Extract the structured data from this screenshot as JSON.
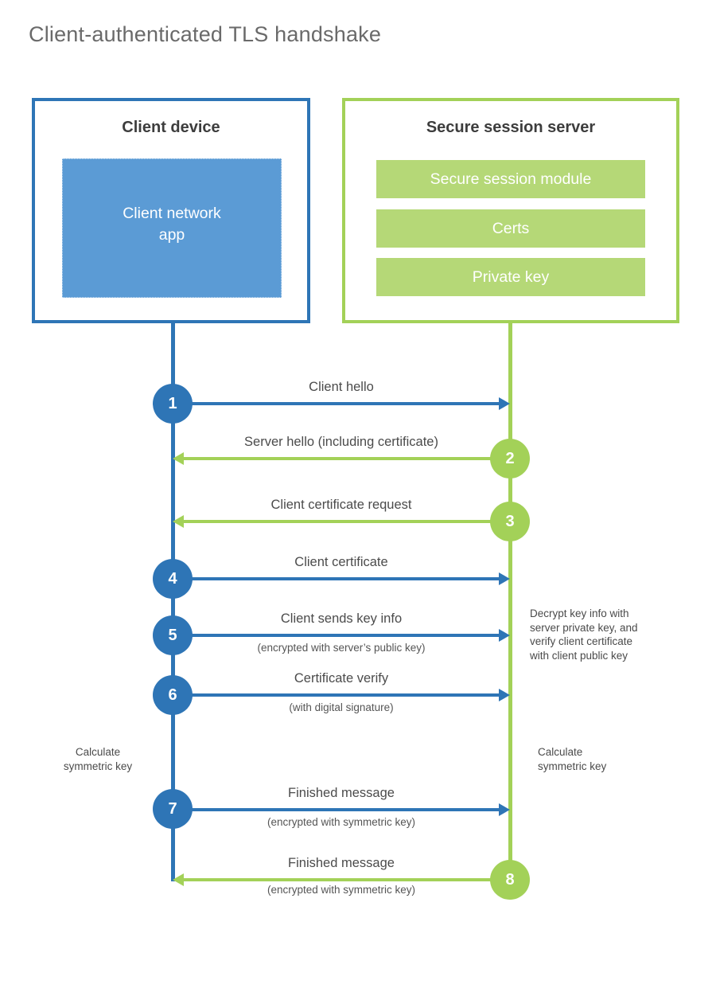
{
  "title": "Client-authenticated TLS handshake",
  "colors": {
    "blue": "#2e75b6",
    "blue_fill": "#5b9bd5",
    "green": "#a3d158",
    "green_fill": "#b5d877",
    "heading_text": "#3d3d3d",
    "label_text": "#4b4b4b",
    "title_text": "#6a6a6a"
  },
  "client": {
    "title": "Client device",
    "app_label": "Client network\napp"
  },
  "server": {
    "title": "Secure session server",
    "modules": [
      "Secure session module",
      "Certs",
      "Private key"
    ]
  },
  "messages": [
    {
      "num": "1",
      "label": "Client hello",
      "sublabel": "",
      "direction": "right",
      "color": "blue"
    },
    {
      "num": "2",
      "label": "Server hello (including certificate)",
      "sublabel": "",
      "direction": "left",
      "color": "green"
    },
    {
      "num": "3",
      "label": "Client certificate request",
      "sublabel": "",
      "direction": "left",
      "color": "green"
    },
    {
      "num": "4",
      "label": "Client certificate",
      "sublabel": "",
      "direction": "right",
      "color": "blue"
    },
    {
      "num": "5",
      "label": "Client sends key info",
      "sublabel": "(encrypted with server’s public key)",
      "direction": "right",
      "color": "blue"
    },
    {
      "num": "6",
      "label": "Certificate verify",
      "sublabel": "(with digital signature)",
      "direction": "right",
      "color": "blue"
    },
    {
      "num": "7",
      "label": "Finished message",
      "sublabel": "(encrypted with symmetric key)",
      "direction": "right",
      "color": "blue"
    },
    {
      "num": "8",
      "label": "Finished message",
      "sublabel": "(encrypted with symmetric key)",
      "direction": "left",
      "color": "green"
    }
  ],
  "notes": {
    "decrypt": "Decrypt key info with\nserver private key, and\nverify client certificate\nwith client public key",
    "calc_left": "Calculate\nsymmetric key",
    "calc_right": "Calculate\nsymmetric key"
  }
}
